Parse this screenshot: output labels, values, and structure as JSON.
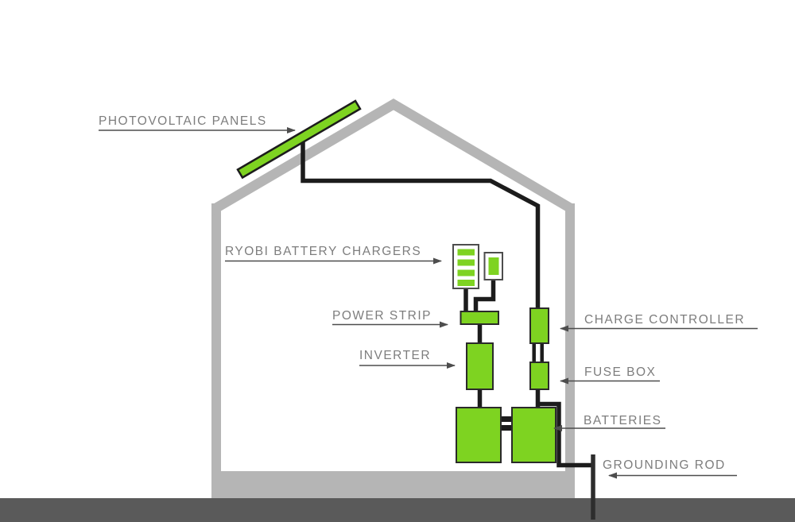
{
  "scene": {
    "description": "Cross-section diagram of a house showing an off-grid solar power system with labeled components"
  },
  "colors": {
    "background": "#ffffff",
    "house": "#b5b5b5",
    "ground": "#5a5a5a",
    "wire": "#1c1c1c",
    "component_green": "#7ed321",
    "component_border": "#2a2a2a",
    "charger_body": "#ffffff",
    "charger_border": "#4d4d4d",
    "label_text": "#7d7d7d",
    "arrow": "#4d4d4d",
    "rod": "#2d2d2d"
  },
  "callouts": [
    {
      "id": "photovoltaic-panels",
      "label": "PHOTOVOLTAIC PANELS",
      "arrow_direction": "right"
    },
    {
      "id": "ryobi-battery-chargers",
      "label": "RYOBI BATTERY CHARGERS",
      "arrow_direction": "right"
    },
    {
      "id": "power-strip",
      "label": "POWER STRIP",
      "arrow_direction": "right"
    },
    {
      "id": "inverter",
      "label": "INVERTER",
      "arrow_direction": "right"
    },
    {
      "id": "charge-controller",
      "label": "CHARGE CONTROLLER",
      "arrow_direction": "left"
    },
    {
      "id": "fuse-box",
      "label": "FUSE BOX",
      "arrow_direction": "left"
    },
    {
      "id": "batteries",
      "label": "BATTERIES",
      "arrow_direction": "left"
    },
    {
      "id": "grounding-rod",
      "label": "GROUNDING ROD",
      "arrow_direction": "left"
    }
  ]
}
